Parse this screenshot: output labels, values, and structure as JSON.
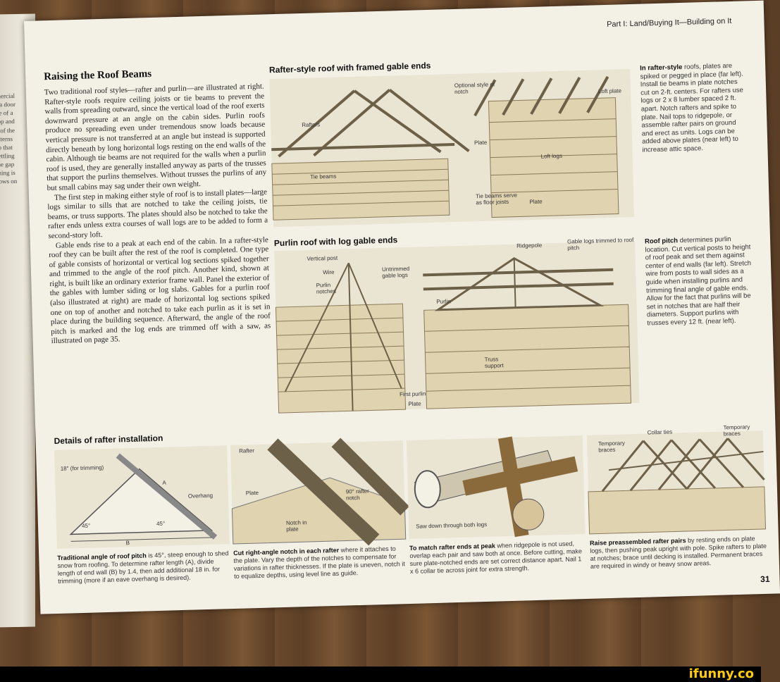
{
  "header": "Part I: Land/Buying It—Building on It",
  "page_number": "31",
  "left_page_snippet": "mercial\nf a door\nde of a\ntop and\ne of the\natterns\nso that\nsettling\nthe gap\nshing is\ndows on",
  "main": {
    "title": "Raising the Roof Beams",
    "paragraphs": [
      "Two traditional roof styles—rafter and purlin—are illustrated at right. Rafter-style roofs require ceiling joists or tie beams to prevent the walls from spreading outward, since the vertical load of the roof exerts downward pressure at an angle on the cabin sides. Purlin roofs produce no spreading even under tremendous snow loads because vertical pressure is not transferred at an angle but instead is supported directly beneath by long horizontal logs resting on the end walls of the cabin. Although tie beams are not required for the walls when a purlin roof is used, they are generally installed anyway as parts of the trusses that support the purlins themselves. Without trusses the purlins of any but small cabins may sag under their own weight.",
      "The first step in making either style of roof is to install plates—large logs similar to sills that are notched to take the ceiling joists, tie beams, or truss supports. The plates should also be notched to take the rafter ends unless extra courses of wall logs are to be added to form a second-story loft.",
      "Gable ends rise to a peak at each end of the cabin. In a rafter-style roof they can be built after the rest of the roof is completed. One type of gable consists of horizontal or vertical log sections spiked together and trimmed to the angle of the roof pitch. Another kind, shown at right, is built like an ordinary exterior frame wall. Panel the exterior of the gables with lumber siding or log slabs. Gables for a purlin roof (also illustrated at right) are made of horizontal log sections spiked one on top of another and notched to take each purlin as it is set in place during the building sequence. Afterward, the angle of the roof pitch is marked and the log ends are trimmed off with a saw, as illustrated on page 35."
    ]
  },
  "figure_rafter": {
    "title": "Rafter-style roof with framed gable ends",
    "labels": [
      "Rafters",
      "Tie beams",
      "Optional style of notch",
      "Plate",
      "Tie beams serve as floor joists",
      "Loft plate",
      "Loft logs",
      "Plate"
    ]
  },
  "side_rafter": {
    "bold": "In rafter-style",
    "text": " roofs, plates are spiked or pegged in place (far left). Install tie beams in plate notches cut on 2-ft. centers. For rafters use logs or 2 x 8 lumber spaced 2 ft. apart. Notch rafters and spike to plate. Nail tops to ridgepole, or assemble rafter pairs on ground and erect as units. Logs can be added above plates (near left) to increase attic space."
  },
  "figure_purlin": {
    "title": "Purlin roof with log gable ends",
    "labels": [
      "Vertical post",
      "Wire",
      "Purlin notches",
      "Untrimmed gable logs",
      "First purlin",
      "Plate",
      "Ridgepole",
      "Gable logs trimmed to roof pitch",
      "Purlin",
      "Truss support"
    ]
  },
  "side_purlin": {
    "bold": "Roof pitch",
    "text": " determines purlin location. Cut vertical posts to height of roof peak and set them against center of end walls (far left). Stretch wire from posts to wall sides as a guide when installing purlins and trimming final angle of gable ends. Allow for the fact that purlins will be set in notches that are half their diameters. Support purlins with trusses every 12 ft. (near left)."
  },
  "details": {
    "title": "Details of rafter installation",
    "fig1_labels": [
      "18\" (for trimming)",
      "A",
      "Overhang",
      "45°",
      "45°",
      "B"
    ],
    "fig2_labels": [
      "Rafter",
      "Plate",
      "90° rafter notch",
      "Notch in plate"
    ],
    "fig3_labels": [
      "Saw down through both logs"
    ],
    "fig4_labels": [
      "Collar ties",
      "Temporary braces",
      "Temporary braces"
    ],
    "captions": [
      {
        "bold": "Traditional angle of roof pitch",
        "text": " is 45°, steep enough to shed snow from roofing. To determine rafter length (A), divide length of end wall (B) by 1.4, then add additional 18 in. for trimming (more if an eave overhang is desired)."
      },
      {
        "bold": "Cut right-angle notch in each rafter",
        "text": " where it attaches to the plate. Vary the depth of the notches to compensate for variations in rafter thicknesses. If the plate is uneven, notch it to equalize depths, using level line as guide."
      },
      {
        "bold": "To match rafter ends at peak",
        "text": " when ridgepole is not used, overlap each pair and saw both at once. Before cutting, make sure plate-notched ends are set correct distance apart. Nail 1 x 6 collar tie across joint for extra strength."
      },
      {
        "bold": "Raise preassembled rafter pairs",
        "text": " by resting ends on plate logs, then pushing peak upright with pole. Spike rafters to plate at notches; brace until decking is installed. Permanent braces are required in windy or heavy snow areas."
      }
    ]
  },
  "watermark": "ifunny.co"
}
